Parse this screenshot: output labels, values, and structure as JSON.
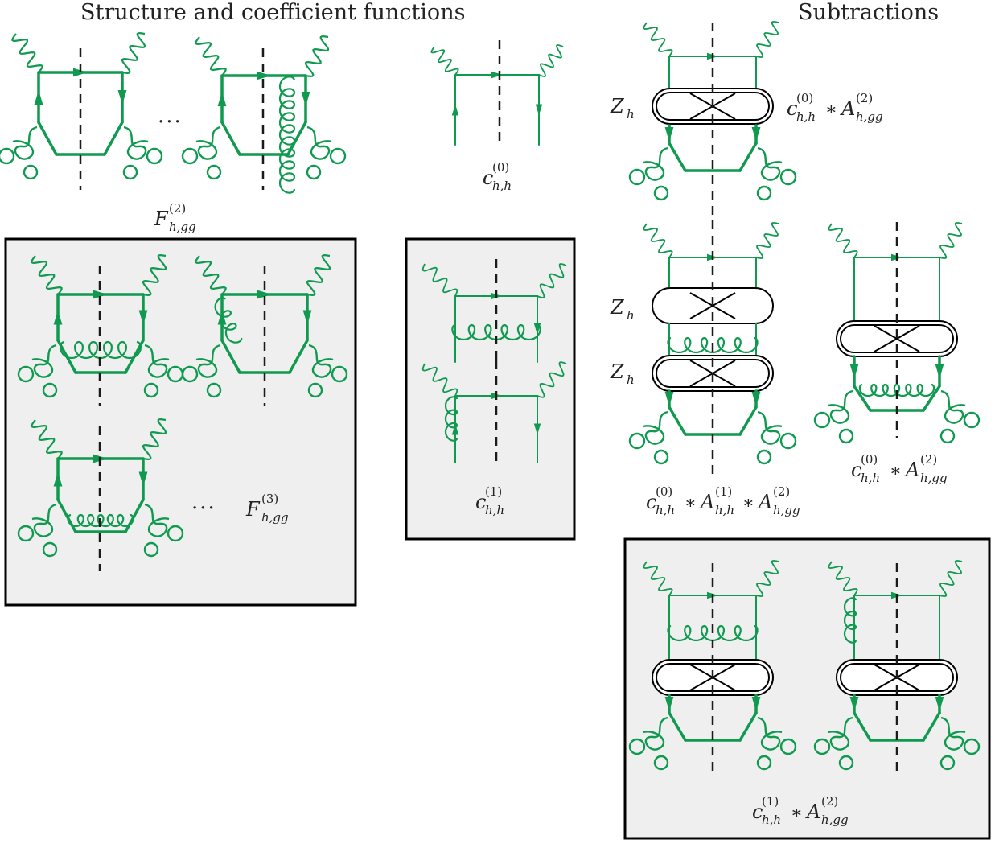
{
  "headings": {
    "left": "Structure and coefficient functions",
    "right": "Subtractions"
  },
  "ellipsis": "···",
  "labels": {
    "F2": {
      "base": "F",
      "sup": "(2)",
      "sub": "h,gg"
    },
    "F3": {
      "base": "F",
      "sup": "(3)",
      "sub": "h,gg"
    },
    "c0": {
      "base": "c",
      "sup": "(0)",
      "sub": "h,h"
    },
    "c1": {
      "base": "c",
      "sup": "(1)",
      "sub": "h,h"
    },
    "Zh": {
      "base": "Z",
      "sub": "h"
    },
    "star": "∗",
    "A2": {
      "base": "A",
      "sup": "(2)",
      "sub": "h,gg"
    },
    "A1": {
      "base": "A",
      "sup": "(1)",
      "sub": "h,h"
    }
  },
  "colors": {
    "fermion": "#0f9a4f",
    "cut": "#1a1a1a",
    "panel_fill": "#efefef",
    "panel_border": "#000000",
    "blob": "#000000"
  }
}
